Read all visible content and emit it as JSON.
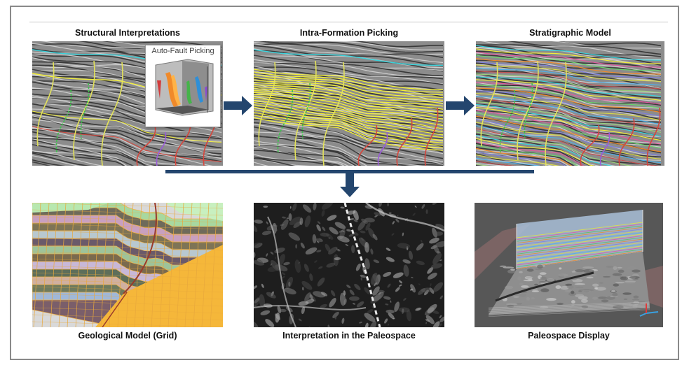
{
  "top_row": {
    "structural": {
      "caption": "Structural Interpretations"
    },
    "intra": {
      "caption": "Intra-Formation Picking"
    },
    "strat": {
      "caption": "Stratigraphic Model"
    },
    "inset_title": "Auto-Fault Picking"
  },
  "bottom_row": {
    "geo": {
      "caption": "Geological Model (Grid)"
    },
    "paleo_interp": {
      "caption": "Interpretation in the Paleospace"
    },
    "paleo_display": {
      "caption": "Paleospace Display"
    }
  },
  "colors": {
    "arrow": "#24466e",
    "seismic_dark": "#2a2a2a",
    "seismic_light": "#d8d8d8",
    "horizon_cyan": "#39d3dc",
    "horizon_yellow": "#f2ee3a",
    "fault_green": "#3cc24b",
    "fault_yellow": "#e3e25a",
    "fault_red": "#d6463c",
    "fault_purple": "#9a5bd8",
    "grid_orange": "#f5b73a"
  }
}
